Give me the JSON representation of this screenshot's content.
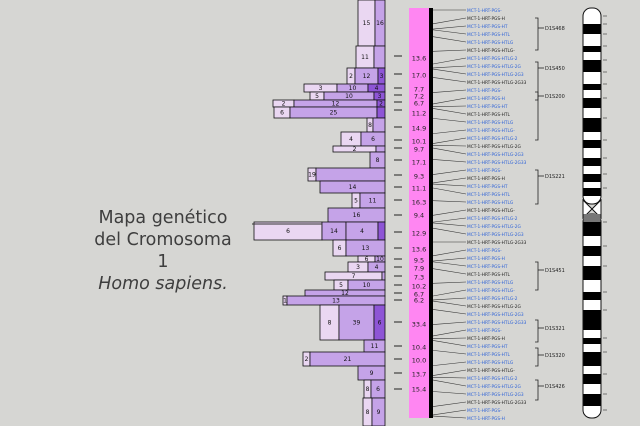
{
  "title": {
    "line1": "Mapa genético",
    "line2": "del Cromosoma",
    "line3": "1",
    "line4": "Homo sapiens."
  },
  "colors": {
    "background": "#d6d6d3",
    "bar_light": "#ead7f2",
    "bar_mid": "#c5a3e8",
    "bar_dark": "#8e55d6",
    "pink_axis": "#ff86f2",
    "blue_text": "#2f63d8",
    "black": "#000000"
  },
  "histogram": {
    "rows": [
      {
        "labels": [
          "15",
          "16"
        ]
      },
      {
        "labels": [
          "11"
        ]
      },
      {
        "labels": [
          "2",
          "12",
          "3"
        ]
      },
      {
        "labels": [
          "3",
          "10",
          "4"
        ]
      },
      {
        "labels": [
          "5",
          "10",
          "3"
        ]
      },
      {
        "labels": [
          "2",
          "12",
          "2"
        ]
      },
      {
        "labels": [
          "6",
          "25"
        ]
      },
      {
        "labels": [
          "8"
        ]
      },
      {
        "labels": [
          "4",
          "6"
        ]
      },
      {
        "labels": [
          "2"
        ]
      },
      {
        "labels": [
          "8"
        ]
      },
      {
        "labels": [
          "19"
        ]
      },
      {
        "labels": [
          "14"
        ]
      },
      {
        "labels": [
          "5",
          "11"
        ]
      },
      {
        "labels": [
          "16"
        ]
      },
      {
        "labels": [
          "6",
          "14",
          "4"
        ]
      },
      {
        "labels": [
          "6",
          "13"
        ]
      },
      {
        "labels": [
          "6",
          "10"
        ]
      },
      {
        "labels": [
          "3",
          "4"
        ]
      },
      {
        "labels": [
          "7"
        ]
      },
      {
        "labels": [
          "5",
          "10"
        ]
      },
      {
        "labels": [
          "12"
        ]
      },
      {
        "labels": [
          "1",
          "13"
        ]
      },
      {
        "labels": [
          "8",
          "39",
          "6"
        ]
      },
      {
        "labels": [
          "11"
        ]
      },
      {
        "labels": [
          "2",
          "21"
        ]
      },
      {
        "labels": [
          "9"
        ]
      },
      {
        "labels": [
          "8",
          "6"
        ]
      },
      {
        "labels": [
          "8",
          "9"
        ]
      }
    ]
  },
  "pink_values": [
    "13.6",
    "17.0",
    "7.7",
    "7.2",
    "6.7",
    "11.2",
    "14.9",
    "10.1",
    "9.7",
    "17.1",
    "9.3",
    "11.1",
    "16.3",
    "9.4",
    "12.9",
    "13.6",
    "9.5",
    "7.9",
    "7.3",
    "10.2",
    "6.7",
    "6.2",
    "33.4",
    "10.4",
    "10.0",
    "13.7",
    "15.4"
  ],
  "bracket_labels": [
    "D1S468",
    "D1S450",
    "D1S200",
    "D1S221",
    "D1S451",
    "D1S321",
    "D1S320",
    "D1S426"
  ],
  "marker_text": "MCT-1-HRT-PGS-HTLG-2G33IT"
}
